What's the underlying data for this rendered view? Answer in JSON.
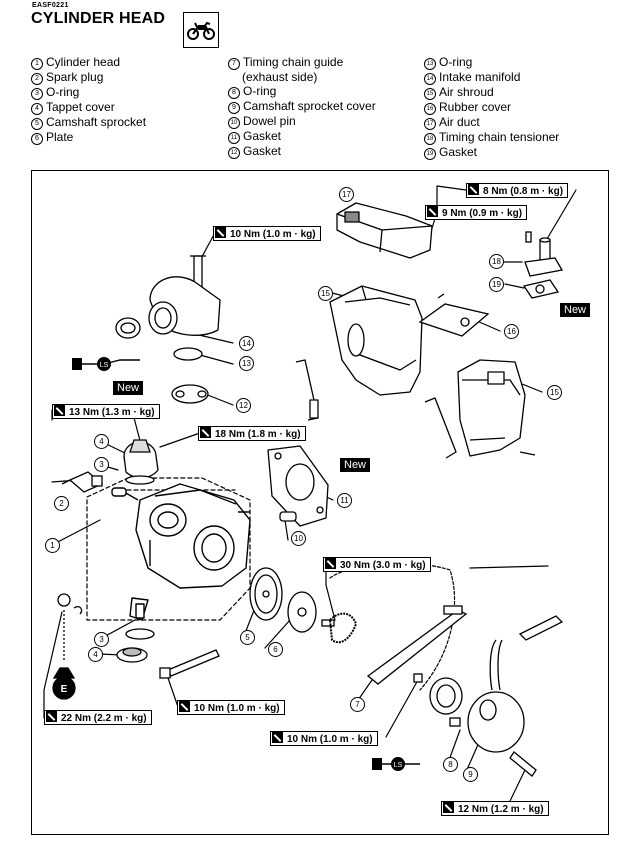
{
  "header": {
    "code": "EASF0221",
    "title": "CYLINDER HEAD",
    "icon": "motorcycle-icon"
  },
  "legend": {
    "col1": [
      {
        "num": "1",
        "text": "Cylinder head"
      },
      {
        "num": "2",
        "text": "Spark plug"
      },
      {
        "num": "3",
        "text": "O-ring"
      },
      {
        "num": "4",
        "text": "Tappet cover"
      },
      {
        "num": "5",
        "text": "Camshaft sprocket"
      },
      {
        "num": "6",
        "text": "Plate"
      }
    ],
    "col2": [
      {
        "num": "7",
        "text": "Timing chain guide",
        "cont": "(exhaust side)"
      },
      {
        "num": "8",
        "text": "O-ring"
      },
      {
        "num": "9",
        "text": "Camshaft sprocket cover"
      },
      {
        "num": "10",
        "text": "Dowel pin"
      },
      {
        "num": "11",
        "text": "Gasket"
      },
      {
        "num": "12",
        "text": "Gasket"
      }
    ],
    "col3": [
      {
        "num": "13",
        "text": "O-ring"
      },
      {
        "num": "14",
        "text": "Intake manifold"
      },
      {
        "num": "15",
        "text": "Air shroud"
      },
      {
        "num": "16",
        "text": "Rubber cover"
      },
      {
        "num": "17",
        "text": "Air duct"
      },
      {
        "num": "18",
        "text": "Timing chain tensioner"
      },
      {
        "num": "19",
        "text": "Gasket"
      }
    ]
  },
  "diagram": {
    "torques": {
      "t8": "8 Nm (0.8 m · kg)",
      "t9": "9 Nm (0.9 m · kg)",
      "t10a": "10 Nm (1.0 m · kg)",
      "t13": "13 Nm (1.3 m · kg)",
      "t18": "18 Nm (1.8 m · kg)",
      "t30": "30 Nm (3.0 m · kg)",
      "t10b": "10 Nm (1.0 m · kg)",
      "t10c": "10 Nm (1.0 m · kg)",
      "t22": "22 Nm (2.2 m · kg)",
      "t12": "12 Nm (1.2 m · kg)"
    },
    "new_label": "New",
    "ls_label": "LS",
    "e_label": "E",
    "callouts": {
      "c1": "1",
      "c2": "2",
      "c3a": "3",
      "c3b": "3",
      "c4a": "4",
      "c4b": "4",
      "c5": "5",
      "c6": "6",
      "c7": "7",
      "c8": "8",
      "c9": "9",
      "c10": "10",
      "c11": "11",
      "c12": "12",
      "c13": "13",
      "c14": "14",
      "c15a": "15",
      "c15b": "15",
      "c16": "16",
      "c17": "17",
      "c18": "18",
      "c19": "19"
    }
  }
}
